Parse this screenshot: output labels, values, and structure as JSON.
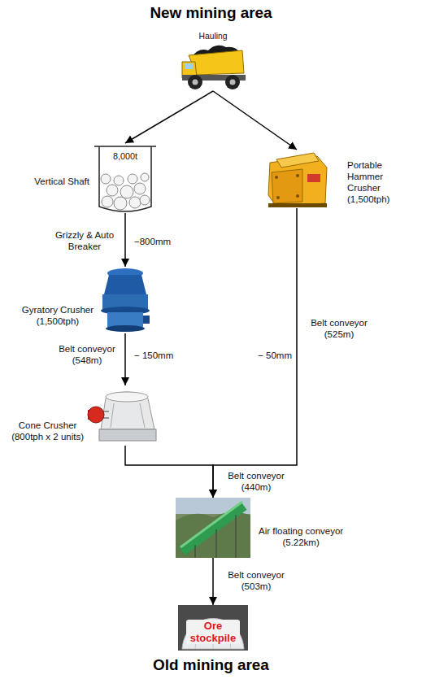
{
  "diagram": {
    "title": "New mining area",
    "caption": "Old mining area",
    "nodes": [
      {
        "text": [
          "Hauling"
        ]
      },
      {
        "text": [
          "Vertical Shaft",
          "8,000t"
        ]
      },
      {
        "text": [
          "Portable Hammer Crusher",
          "(1,500tph)"
        ]
      },
      {
        "text": [
          "Gyratory Crusher",
          "(1,500tph)"
        ]
      },
      {
        "text": [
          "Cone Crusher",
          "(800tph x 2 units)"
        ]
      },
      {
        "text": [
          "Air floating conveyor",
          "(5.22km)"
        ]
      },
      {
        "text": [
          "Ore stockpile"
        ]
      }
    ],
    "edges": [
      {
        "from": 0,
        "to": 1,
        "arrow": "to"
      },
      {
        "from": 0,
        "to": 2,
        "arrow": "to"
      },
      {
        "from": 1,
        "to": 3,
        "label": "−800mm",
        "arrow": "to"
      },
      {
        "from": 3,
        "to": 4,
        "label": "− 150mm",
        "arrow": "to"
      },
      {
        "from": 4,
        "to": 5,
        "arrow": "to"
      },
      {
        "from": 2,
        "to": 5,
        "label": "− 50mm",
        "arrow": "to"
      },
      {
        "from": 5,
        "to": 6,
        "label": "Belt conveyor (503m)",
        "arrow": "to"
      }
    ],
    "labels": [
      "Grizzly & Auto Breaker",
      "Belt conveyor (548m)",
      "Belt conveyor (525m)",
      "Belt conveyor (440m)"
    ]
  }
}
